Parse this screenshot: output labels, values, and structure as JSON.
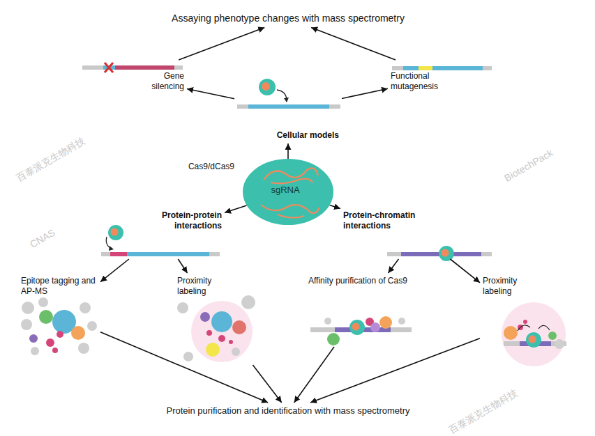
{
  "diagram": {
    "nodes": [
      {
        "text": [
          "Assaying phenotype changes with mass spectrometry"
        ]
      },
      {
        "text": [
          "Gene silencing"
        ]
      },
      {
        "text": [
          "Functional mutagenesis"
        ]
      },
      {
        "text": [
          "Cellular models"
        ]
      },
      {
        "text": [
          "Cas9/dCas9",
          "sgRNA"
        ]
      },
      {
        "text": [
          "Protein-protein interactions"
        ]
      },
      {
        "text": [
          "Protein-chromatin interactions"
        ]
      },
      {
        "text": [
          "Epitope tagging and AP-MS"
        ]
      },
      {
        "text": [
          "Proximity labeling"
        ]
      },
      {
        "text": [
          "Affinity purification of Cas9"
        ]
      },
      {
        "text": [
          "Proximity labeling"
        ]
      },
      {
        "text": [
          "Protein purification and identification with mass spectrometry"
        ]
      }
    ],
    "edges": [
      {
        "from": 4,
        "to": 3,
        "arrow": "to"
      },
      {
        "from": 3,
        "to": 1,
        "arrow": "to"
      },
      {
        "from": 3,
        "to": 2,
        "arrow": "to"
      },
      {
        "from": 1,
        "to": 0,
        "arrow": "to"
      },
      {
        "from": 2,
        "to": 0,
        "arrow": "to"
      },
      {
        "from": 4,
        "to": 5,
        "arrow": "to"
      },
      {
        "from": 4,
        "to": 6,
        "arrow": "to"
      },
      {
        "from": 5,
        "to": 7,
        "arrow": "to"
      },
      {
        "from": 5,
        "to": 8,
        "arrow": "to"
      },
      {
        "from": 6,
        "to": 9,
        "arrow": "to"
      },
      {
        "from": 6,
        "to": 10,
        "arrow": "to"
      },
      {
        "from": 7,
        "to": 11,
        "arrow": "to"
      },
      {
        "from": 8,
        "to": 11,
        "arrow": "to"
      },
      {
        "from": 9,
        "to": 11,
        "arrow": "to"
      },
      {
        "from": 10,
        "to": 11,
        "arrow": "to"
      }
    ],
    "labels": [
      "百泰派克生物科技",
      "BiotechPack",
      "CNAS",
      "百泰派克生物科技"
    ]
  }
}
